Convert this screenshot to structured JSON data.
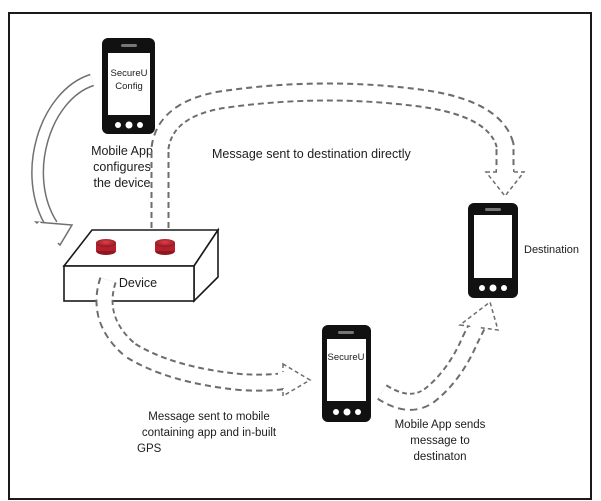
{
  "config_phone": {
    "screen_line1": "SecureU",
    "screen_line2": "Config"
  },
  "config_caption": {
    "line1": "Mobile App",
    "line2": "configures",
    "line3": "the device"
  },
  "device": {
    "label": "Device"
  },
  "direct_message": {
    "label": "Message sent to destination directly"
  },
  "destination": {
    "label": "Destination"
  },
  "secureu_phone": {
    "screen_label": "SecureU"
  },
  "mobile_message": {
    "line1": "Message sent to mobile",
    "line2": "containing app and in-built",
    "line3": "GPS"
  },
  "app_sends": {
    "line1": "Mobile App sends",
    "line2": "message to",
    "line3": "destinaton"
  },
  "colors": {
    "device_button": "#b3202c",
    "phone_body": "#111111",
    "arrow_stroke": "#6d6d6d"
  }
}
